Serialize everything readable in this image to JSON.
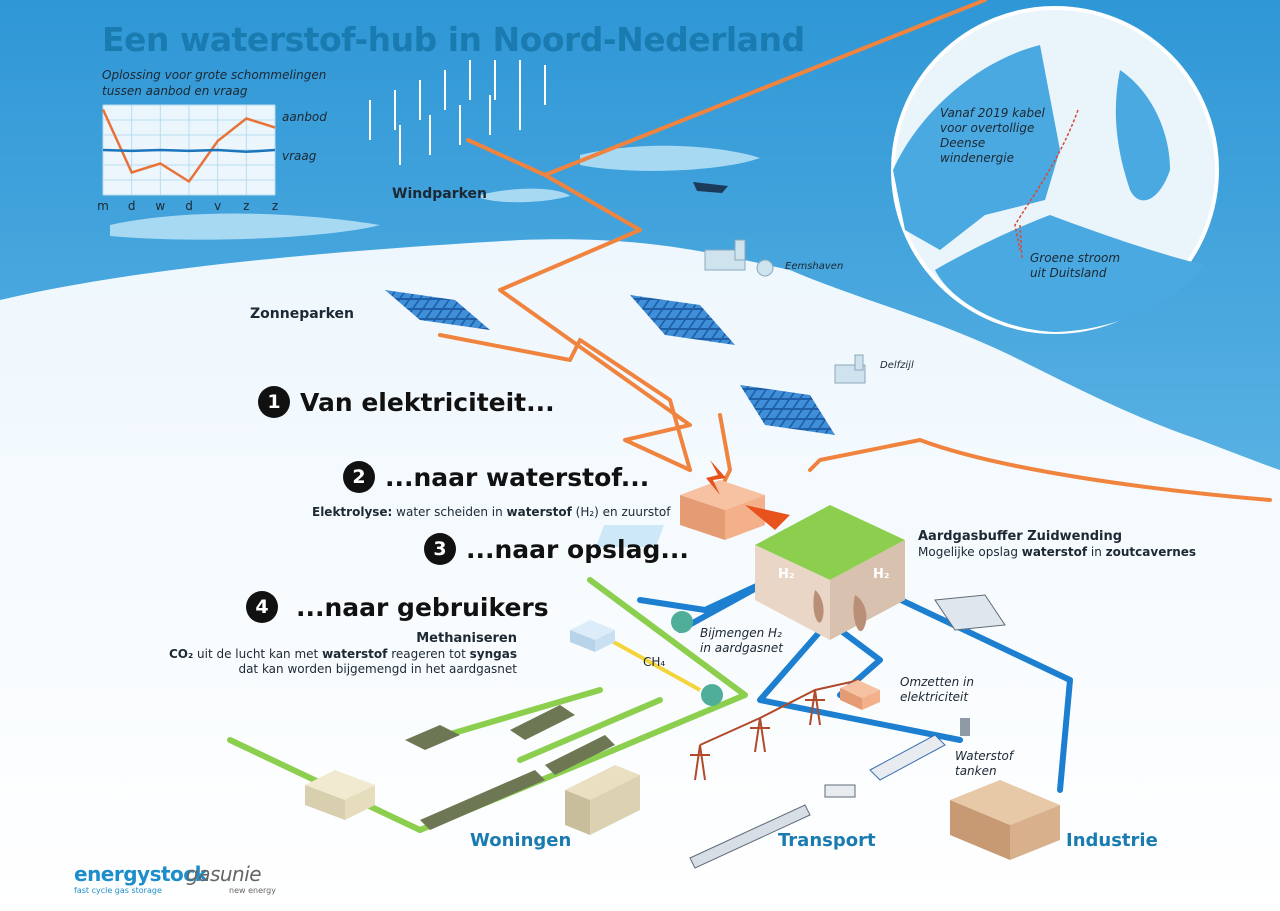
{
  "title": "Een waterstof-hub in Noord-Nederland",
  "mini_chart": {
    "subtitle": "Oplossing voor grote schommelingen tussen aanbod en vraag",
    "series_labels": [
      "aanbod",
      "vraag"
    ],
    "days": [
      "m",
      "d",
      "w",
      "d",
      "v",
      "z",
      "z"
    ],
    "aanbod_color": "#e8733a",
    "vraag_color": "#1c75bc"
  },
  "chart_data": {
    "type": "line",
    "title": "Oplossing voor grote schommelingen tussen aanbod en vraag",
    "categories": [
      "m",
      "d",
      "w",
      "d",
      "v",
      "z",
      "z"
    ],
    "series": [
      {
        "name": "aanbod",
        "values": [
          95,
          25,
          35,
          15,
          60,
          85,
          75
        ]
      },
      {
        "name": "vraag",
        "values": [
          50,
          49,
          50,
          49,
          50,
          48,
          50
        ]
      }
    ],
    "ylim": [
      0,
      100
    ],
    "grid": true,
    "xlabel": "",
    "ylabel": ""
  },
  "labels": {
    "windparken": "Windparken",
    "zonneparken": "Zonneparken",
    "eemshaven": "Eemshaven",
    "delfzijl": "Delfzijl"
  },
  "inset": {
    "kabel": "Vanaf 2019 kabel voor overtollige Deense windenergie",
    "groene_stroom": "Groene stroom uit Duitsland"
  },
  "steps": [
    {
      "num": "1",
      "text": "Van elektriciteit..."
    },
    {
      "num": "2",
      "text": "...naar waterstof..."
    },
    {
      "num": "3",
      "text": "...naar opslag..."
    },
    {
      "num": "4",
      "text": "...naar gebruikers"
    }
  ],
  "elektrolyse": {
    "b1": "Elektrolyse:",
    "t1": " water scheiden in ",
    "b2": "waterstof",
    "t2": " (H₂) en zuurstof"
  },
  "aardgasbuffer": {
    "title": "Aardgasbuffer Zuidwending",
    "t1": "Mogelijke opslag ",
    "b1": "waterstof",
    "t2": " in ",
    "b2": "zoutcavernes"
  },
  "methaniseren": {
    "title": "Methaniseren",
    "b1": "CO₂",
    "t1": " uit de lucht kan met ",
    "b2": "waterstof",
    "t2": " reageren tot ",
    "b3": "syngas",
    "line2": "dat kan worden bijgemengd in het aardgasnet"
  },
  "flow_labels": {
    "h2_left": "H₂",
    "h2_right": "H₂",
    "ch4": "CH₄",
    "bijmengen": "Bijmengen H₂ in aardgasnet",
    "omzetten": "Omzetten in elektriciteit",
    "waterstof_tanken": "Waterstof tanken"
  },
  "destinations": {
    "woningen": "Woningen",
    "transport": "Transport",
    "industrie": "Industrie"
  },
  "logos": {
    "energystock": "energystock",
    "energystock_sub": "fast cycle gas storage",
    "gasunie": "gasunie",
    "gasunie_sub": "new energy"
  },
  "colors": {
    "sea": "#5ab3e3",
    "sea_dark": "#2f8fc9",
    "electricity": "#f0843f",
    "hydrogen": "#1d7fd0",
    "gas": "#8ccf4e",
    "title": "#1a7bb0"
  }
}
